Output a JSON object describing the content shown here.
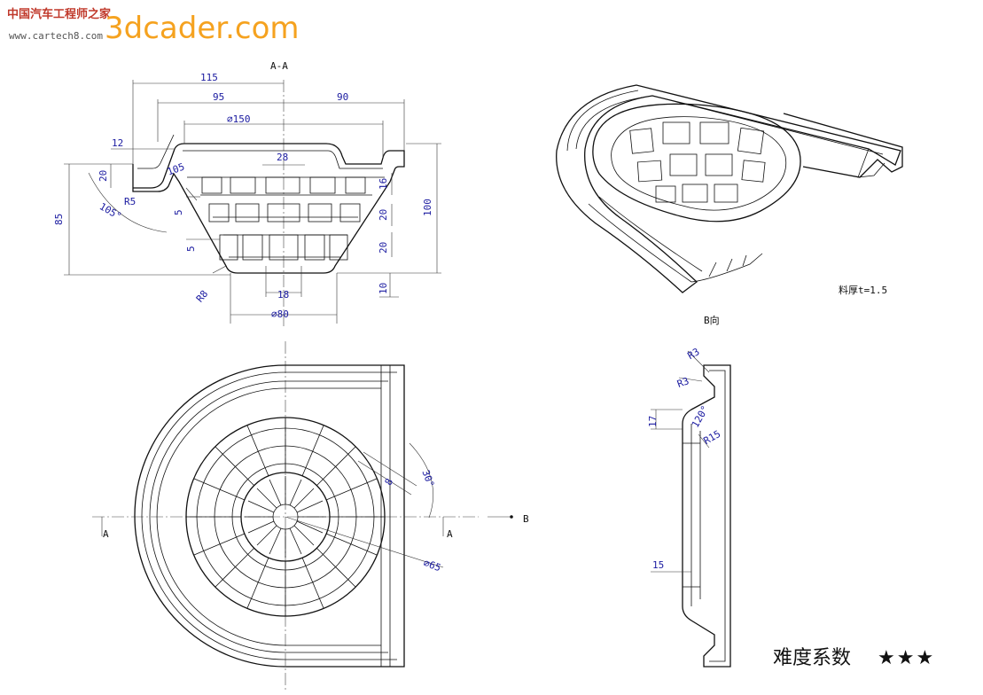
{
  "watermark": {
    "cn": "中国汽车工程师之家",
    "logo": "3dcader.com",
    "sub": "www.cartech8.com"
  },
  "section_view": {
    "title": "A-A",
    "dims": {
      "d115": "115",
      "d95": "95",
      "d90": "90",
      "dia150": "∅150",
      "d12": "12",
      "d28": "28",
      "d20a": "20",
      "d105": "105",
      "d16": "16",
      "r5": "R5",
      "d5a": "5",
      "ang105": "105°",
      "d85": "85",
      "d20b": "20",
      "d100": "100",
      "d5b": "5",
      "d20c": "20",
      "r8": "R8",
      "d18": "18",
      "d10": "10",
      "dia80": "∅80"
    }
  },
  "iso_view": {
    "thickness_note": "料厚t=1.5",
    "direction_label": "B向"
  },
  "plan_view": {
    "dims": {
      "d8": "8",
      "ang30": "30°",
      "dia65": "∅65"
    },
    "section_mark_left": "A",
    "section_mark_right": "A",
    "view_arrow": "B"
  },
  "side_view": {
    "dims": {
      "r3a": "R3",
      "r3b": "R3",
      "d17": "17",
      "ang120": "120°",
      "r15": "R15",
      "d15": "15"
    }
  },
  "difficulty": {
    "label": "难度系数",
    "stars": "★★★",
    "rating": 3
  }
}
